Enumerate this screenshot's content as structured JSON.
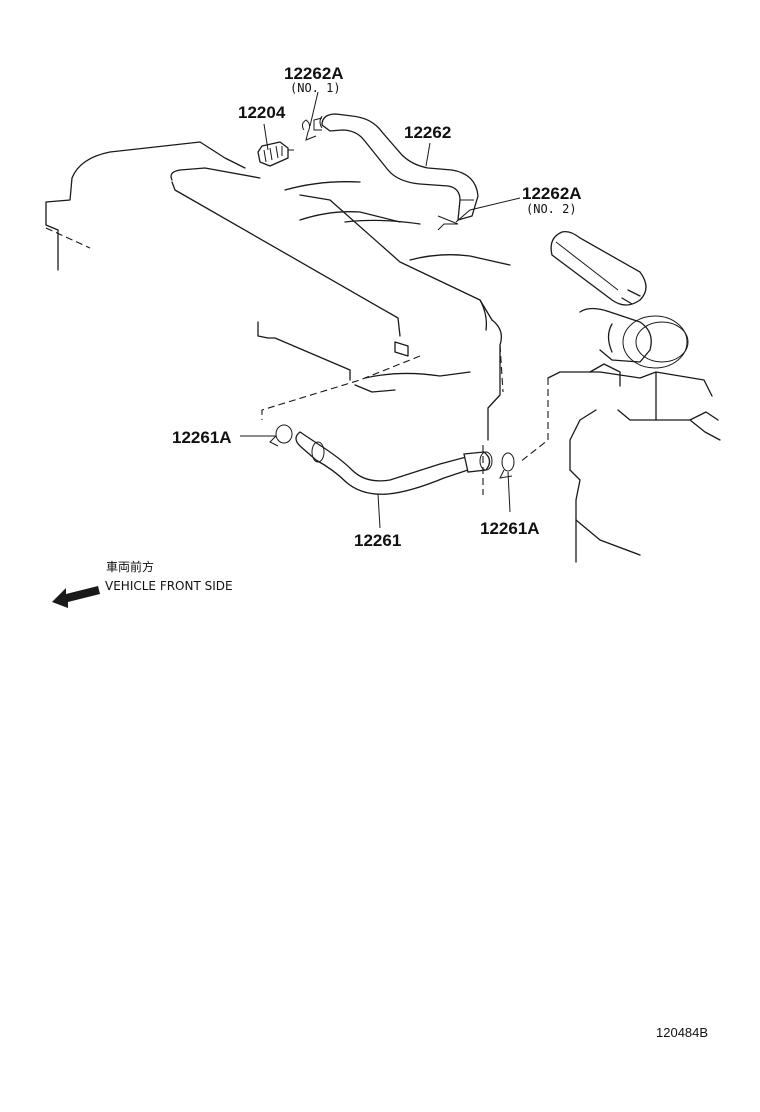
{
  "parts": [
    {
      "number": "12262A",
      "note": "(NO. 1)"
    },
    {
      "number": "12204"
    },
    {
      "number": "12262"
    },
    {
      "number": "12262A",
      "note": "(NO. 2)"
    },
    {
      "number": "12261A"
    },
    {
      "number": "12261"
    },
    {
      "number": "12261A"
    }
  ],
  "direction": {
    "japanese": "車両前方",
    "english": "VEHICLE FRONT SIDE"
  },
  "illustration_code": "120484B"
}
